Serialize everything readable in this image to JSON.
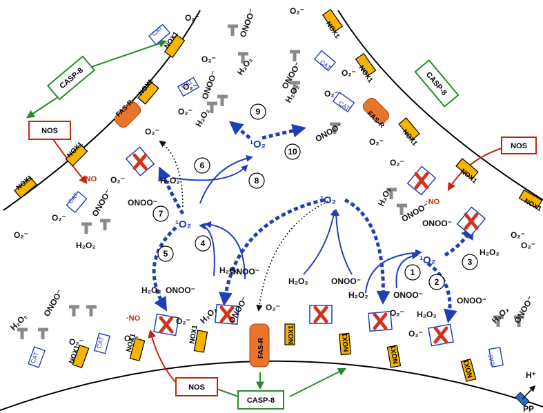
{
  "labels": {
    "nox1": "NOX1",
    "cat": "CAT",
    "fasr": "FAS-R",
    "casp8": "CASP-8",
    "nos": "NOS",
    "o2minus": "O₂⁻",
    "h2o2": "H₂O₂",
    "onoo": "ONOO⁻",
    "singlet_o2": "¹O₂",
    "no_radical": "·NO",
    "hplus": "H⁺",
    "pp": "PP"
  },
  "step_numbers": [
    "1",
    "2",
    "3",
    "4",
    "5",
    "6",
    "7",
    "8",
    "9",
    "10"
  ],
  "colors": {
    "nox_fill": "#f5b400",
    "membrane": "#000000",
    "blue_arrow": "#1f3fb4",
    "green_box": "#2a8a2a",
    "red_box": "#c0280e",
    "fasr_fill": "#e8752a",
    "inhibitor": "#8a8a8a",
    "cross": "#d6311e"
  }
}
